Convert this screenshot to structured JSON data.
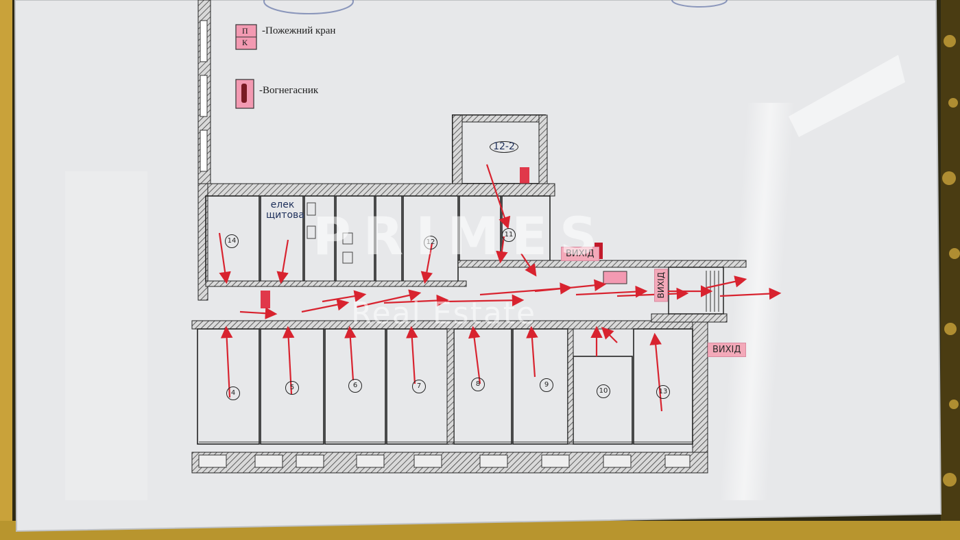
{
  "legend": {
    "hydrant_symbol_top": "П",
    "hydrant_symbol_bottom": "К",
    "hydrant_label": "-Пожежний кран",
    "extinguisher_label": "-Вогнегасник"
  },
  "header_partial_text": "",
  "room_labels": {
    "electrical": "елек щитова",
    "room_14": "14",
    "room_12": "12",
    "room_4": "4",
    "room_5": "5",
    "room_6": "6",
    "room_7": "7",
    "room_8": "8",
    "room_9": "9",
    "room_10": "10",
    "room_13": "13",
    "room_11": "11",
    "room_12_2": "12-2"
  },
  "exits": {
    "exit_top": "ВИХІД",
    "exit_right": "ВИХІД",
    "exit_vertical": "ВИХІД"
  },
  "watermark": {
    "brand": "PRIMES",
    "tagline": "Real Estate"
  },
  "colors": {
    "paper": "#e7e8ea",
    "frame_gold": "#c9a23a",
    "evacuation_red": "#d8232f",
    "sign_pink": "#f3a9b9",
    "wall_hatch": "#2b2b2b"
  }
}
